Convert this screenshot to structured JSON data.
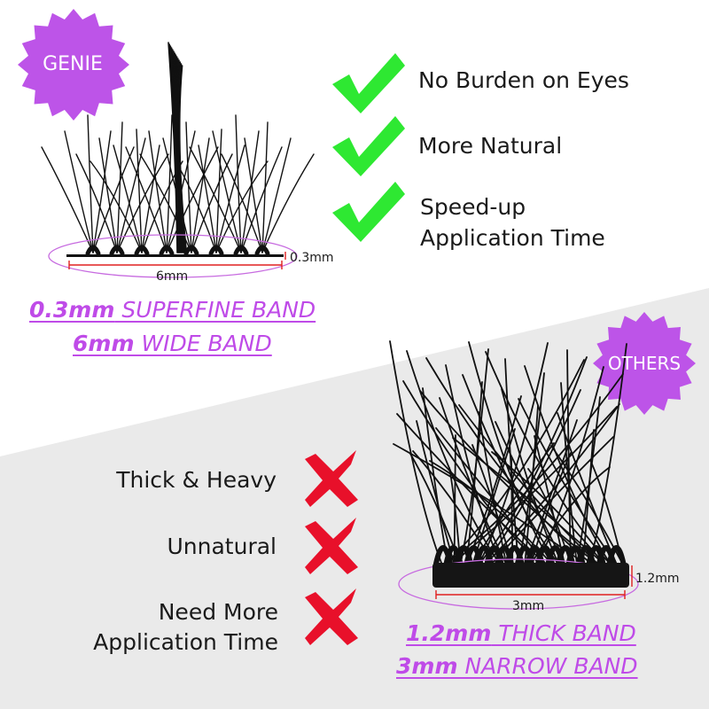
{
  "colors": {
    "badge": "#bd54e8",
    "caption": "#bf4be8",
    "check": "#2ee832",
    "cross": "#e8102a",
    "dim_line": "#e02020",
    "oval": "#c76be0",
    "bottom_bg": "#eaeaea"
  },
  "genie": {
    "badge": "GENIE",
    "features": [
      {
        "icon": "check-icon",
        "line1": "No Burden on Eyes",
        "line2": ""
      },
      {
        "icon": "check-icon",
        "line1": "More Natural",
        "line2": ""
      },
      {
        "icon": "check-icon",
        "line1": "Speed-up",
        "line2": "Application Time"
      }
    ],
    "dim_thickness": "0.3mm",
    "dim_width": "6mm",
    "caption1_strong": "0.3mm",
    "caption1_rest": " SUPERFINE BAND",
    "caption2_strong": "6mm",
    "caption2_rest": " WIDE BAND"
  },
  "others": {
    "badge": "OTHERS",
    "features": [
      {
        "icon": "cross-icon",
        "line1": "Thick & Heavy",
        "line2": ""
      },
      {
        "icon": "cross-icon",
        "line1": "Unnatural",
        "line2": ""
      },
      {
        "icon": "cross-icon",
        "line1": "Need More",
        "line2": "Application Time"
      }
    ],
    "dim_thickness": "1.2mm",
    "dim_width": "3mm",
    "caption1_strong": "1.2mm",
    "caption1_rest": " THICK BAND",
    "caption2_strong": "3mm",
    "caption2_rest": " NARROW BAND"
  }
}
